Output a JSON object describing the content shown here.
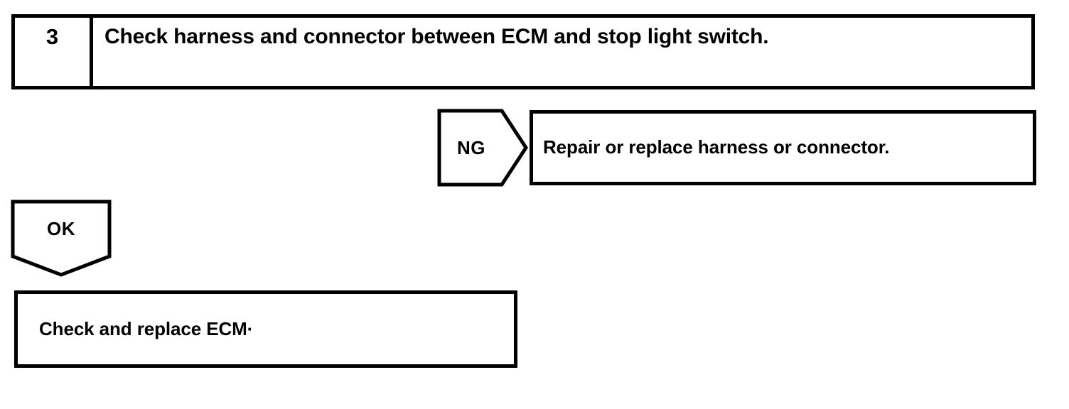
{
  "page": {
    "background_color": "#ffffff",
    "line_color": "#000000",
    "text_color": "#000000"
  },
  "flowchart": {
    "step": {
      "number": "3",
      "instruction": "Check harness and connector between ECM and stop light switch."
    },
    "branches": [
      {
        "label": "NG",
        "direction": "right",
        "result": "Repair or replace harness or connector."
      },
      {
        "label": "OK",
        "direction": "down",
        "result": "Check and replace ECM·"
      }
    ],
    "ng_branch": {
      "label": "NG",
      "result_text": "Repair or replace harness or connector."
    },
    "ok_branch": {
      "label": "OK",
      "result_text": "Check and replace ECM·"
    }
  }
}
